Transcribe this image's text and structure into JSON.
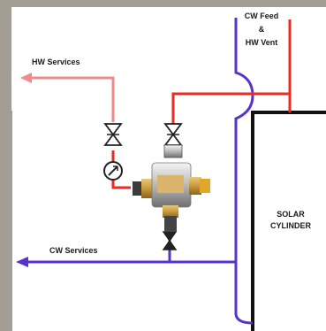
{
  "labels": {
    "cw_feed": "CW Feed",
    "ampersand": "&",
    "hw_vent": "HW Vent",
    "hw_services": "HW Services",
    "cw_services": "CW Services",
    "cylinder_line1": "SOLAR",
    "cylinder_line2": "CYLINDER"
  },
  "colors": {
    "background": "#a39e93",
    "panel": "#ffffff",
    "hot_water": "#ee2a24",
    "hot_water_light": "#f08a8a",
    "cold_water": "#5533cc",
    "cylinder_border": "#111111"
  }
}
